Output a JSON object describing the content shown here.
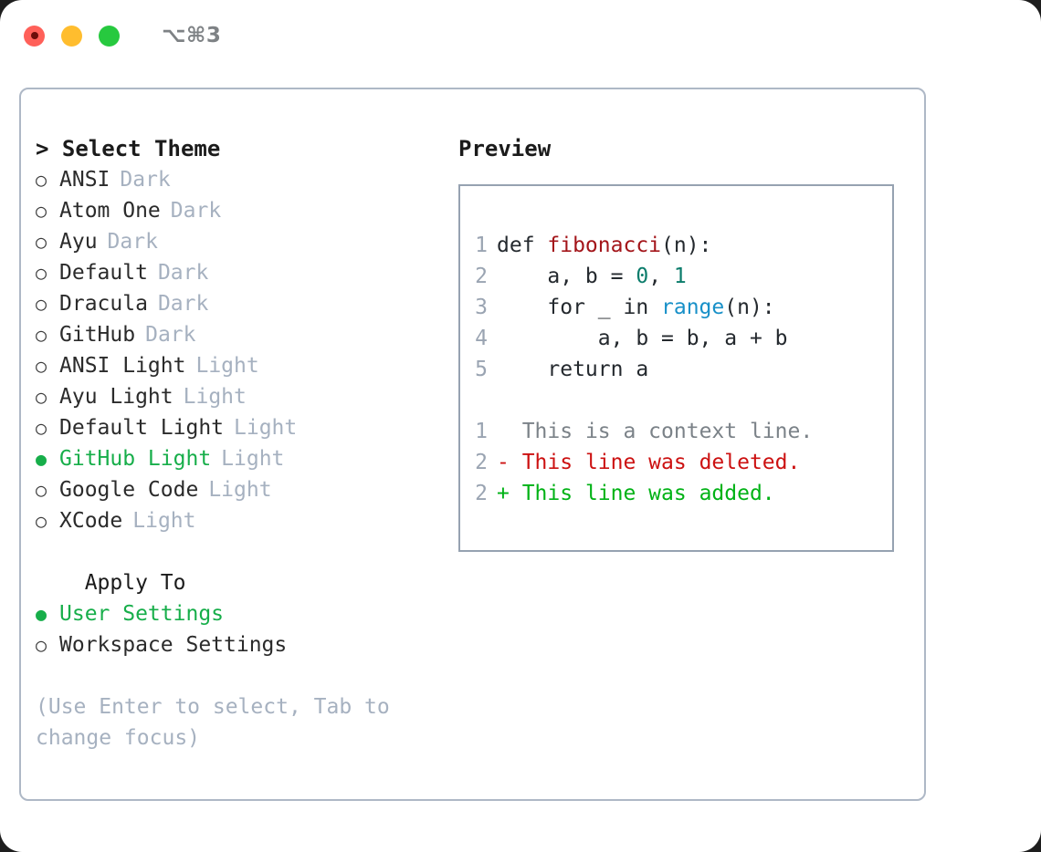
{
  "titlebar": {
    "shortcut": "⌥⌘3",
    "lights": [
      {
        "name": "close",
        "color": "#ff6059"
      },
      {
        "name": "minimize",
        "color": "#ffbd2e"
      },
      {
        "name": "maximize",
        "color": "#27c93f"
      }
    ]
  },
  "theme_picker": {
    "title": "> Select Theme",
    "marker_selected": "●",
    "marker_unselected": "○",
    "items": [
      {
        "name": "ANSI",
        "kind": "Dark",
        "selected": false
      },
      {
        "name": "Atom One",
        "kind": "Dark",
        "selected": false
      },
      {
        "name": "Ayu",
        "kind": "Dark",
        "selected": false
      },
      {
        "name": "Default",
        "kind": "Dark",
        "selected": false
      },
      {
        "name": "Dracula",
        "kind": "Dark",
        "selected": false
      },
      {
        "name": "GitHub",
        "kind": "Dark",
        "selected": false
      },
      {
        "name": "ANSI Light",
        "kind": "Light",
        "selected": false
      },
      {
        "name": "Ayu Light",
        "kind": "Light",
        "selected": false
      },
      {
        "name": "Default Light",
        "kind": "Light",
        "selected": false
      },
      {
        "name": "GitHub Light",
        "kind": "Light",
        "selected": true
      },
      {
        "name": "Google Code",
        "kind": "Light",
        "selected": false
      },
      {
        "name": "XCode",
        "kind": "Light",
        "selected": false
      }
    ]
  },
  "apply_to": {
    "title": "  Apply To",
    "options": [
      {
        "label": "User Settings",
        "selected": true
      },
      {
        "label": "Workspace Settings",
        "selected": false
      }
    ]
  },
  "hint": "(Use Enter to select, Tab to change focus)",
  "preview": {
    "title": "Preview",
    "code_lines": [
      {
        "number": "1",
        "tokens": [
          {
            "text": "def ",
            "type": "plain"
          },
          {
            "text": "fibonacci",
            "type": "fn"
          },
          {
            "text": "(n):",
            "type": "plain"
          }
        ]
      },
      {
        "number": "2",
        "tokens": [
          {
            "text": "    a, b = ",
            "type": "plain"
          },
          {
            "text": "0",
            "type": "num"
          },
          {
            "text": ", ",
            "type": "plain"
          },
          {
            "text": "1",
            "type": "num"
          }
        ]
      },
      {
        "number": "3",
        "tokens": [
          {
            "text": "    for _ in ",
            "type": "plain"
          },
          {
            "text": "range",
            "type": "call"
          },
          {
            "text": "(n):",
            "type": "plain"
          }
        ]
      },
      {
        "number": "4",
        "tokens": [
          {
            "text": "        a, b = b, a + b",
            "type": "plain"
          }
        ]
      },
      {
        "number": "5",
        "tokens": [
          {
            "text": "    return a",
            "type": "plain"
          }
        ]
      }
    ],
    "diff_lines": [
      {
        "number": "1",
        "sign": " ",
        "text": " This is a context line.",
        "type": "context"
      },
      {
        "number": "2",
        "sign": "-",
        "text": " This line was deleted.",
        "type": "deleted"
      },
      {
        "number": "2",
        "sign": "+",
        "text": " This line was added.",
        "type": "added"
      }
    ]
  },
  "colors": {
    "selection_green": "#17ae4a",
    "muted_blue_gray": "#a6b1c0",
    "panel_border": "#aeb8c6",
    "preview_border": "#96a2b1",
    "diff_added": "#00b215",
    "diff_deleted": "#cc1111",
    "diff_context": "#7b8288",
    "token_function": "#a3151a",
    "token_number": "#0b7c6b",
    "token_call": "#1890c8"
  }
}
